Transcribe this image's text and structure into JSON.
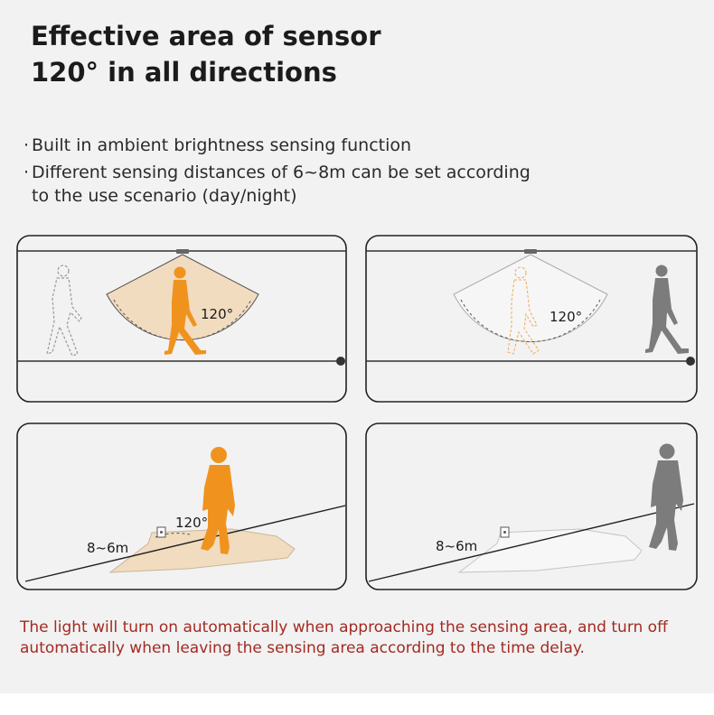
{
  "heading": {
    "line1": "Effective area of sensor",
    "line2": "120° in all directions"
  },
  "features": [
    {
      "text": "Built in ambient brightness sensing function"
    },
    {
      "text": "Different sensing distances of 6~8m can be set according",
      "text2": "to the use scenario (day/night)"
    }
  ],
  "panels": {
    "top_left": {
      "angle_label": "120°"
    },
    "top_right": {
      "angle_label": "120°"
    },
    "bottom_left": {
      "angle_label": "120°",
      "distance_label": "8~6m"
    },
    "bottom_right": {
      "distance_label": "8~6m"
    }
  },
  "colors": {
    "accent_orange": "#f0931e",
    "sense_fill": "#f1dcc0",
    "gray_person": "#7c7c7c",
    "footer_red": "#a32a22"
  },
  "footer": {
    "line1": "The light will turn on automatically when approaching the sensing area, and turn off",
    "line2": "automatically when leaving the sensing area according to the time delay."
  }
}
